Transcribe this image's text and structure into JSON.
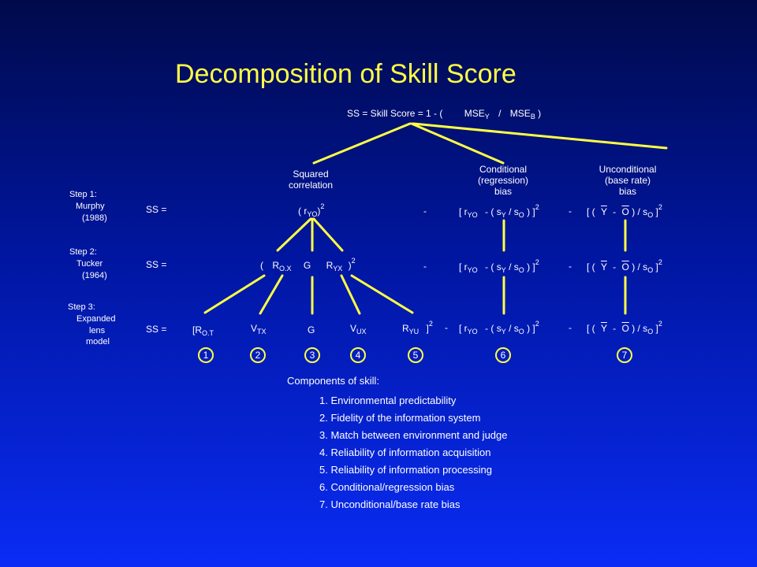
{
  "title": "Decomposition of Skill Score",
  "formula": {
    "lhs": "SS = Skill Score = 1 - (",
    "mse_y": "MSE",
    "sub_y": "Y",
    "slash": "/",
    "mse_b": "MSE",
    "sub_b": "B",
    "close": ")"
  },
  "headers": {
    "squared": [
      "Squared",
      "correlation"
    ],
    "conditional": [
      "Conditional",
      "(regression)",
      "bias"
    ],
    "unconditional": [
      "Unconditional",
      "(base rate)",
      "bias"
    ]
  },
  "steps": [
    {
      "lines": [
        "Step 1:",
        "Murphy",
        "(1988)"
      ]
    },
    {
      "lines": [
        "Step 2:",
        "Tucker",
        "(1964)"
      ]
    },
    {
      "lines": [
        "Step 3:",
        "Expanded",
        "lens",
        "model"
      ]
    }
  ],
  "ss_label": "SS =",
  "minus": "-",
  "squared_mark": "2",
  "row1": {
    "open": "( r",
    "sub": "YO",
    "close": ")"
  },
  "row2": {
    "open": "(",
    "r_ox": "R",
    "sub_ox": "O.X",
    "g": "G",
    "r_yx": "R",
    "sub_yx": "YX",
    "close": ")"
  },
  "row3": {
    "r_ot": "[R",
    "sub_ot": "O.T",
    "v_tx": "V",
    "sub_tx": "TX",
    "g": "G",
    "v_ux": "V",
    "sub_ux": "UX",
    "r_yu": "R",
    "sub_yu": "YU",
    "close": "]"
  },
  "cond": {
    "open": "[ r",
    "sub_yo": "YO",
    "mid": "- ( s",
    "sub_y": "Y",
    "div": "/ s",
    "sub_o": "O",
    "close": ") ]"
  },
  "uncond": {
    "open": "[ (",
    "y": "Y",
    "dash": "-",
    "o": "O",
    "mid": ") / s",
    "sub_o": "O",
    "close": "]"
  },
  "component_numbers": [
    "1",
    "2",
    "3",
    "4",
    "5",
    "6",
    "7"
  ],
  "components": {
    "heading": "Components of skill:",
    "items": [
      "1. Environmental predictability",
      "2. Fidelity of the information system",
      "3. Match between environment and judge",
      "4. Reliability of information acquisition",
      "5. Reliability of information processing",
      "6. Conditional/regression bias",
      "7. Unconditional/base rate bias"
    ]
  },
  "colors": {
    "accent": "#ffff44",
    "text": "#ffffff",
    "background_top": "#000a4a",
    "background_bottom": "#0a2cf5"
  }
}
